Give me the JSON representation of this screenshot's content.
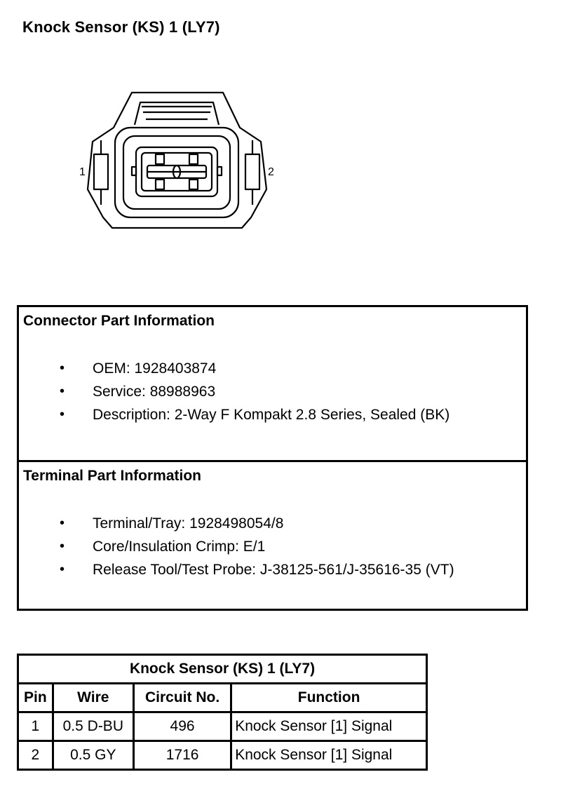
{
  "title": "Knock Sensor (KS) 1 (LY7)",
  "diagram": {
    "pin_labels": [
      "1",
      "2"
    ]
  },
  "connector_info": {
    "heading": "Connector Part Information",
    "items": [
      "OEM: 1928403874",
      "Service: 88988963",
      "Description: 2-Way F Kompakt 2.8 Series, Sealed (BK)"
    ]
  },
  "terminal_info": {
    "heading": "Terminal Part Information",
    "items": [
      "Terminal/Tray: 1928498054/8",
      "Core/Insulation Crimp: E/1",
      "Release Tool/Test Probe: J-38125-561/J-35616-35 (VT)"
    ]
  },
  "bullet": "•",
  "pin_table": {
    "title": "Knock Sensor (KS) 1 (LY7)",
    "headers": [
      "Pin",
      "Wire",
      "Circuit No.",
      "Function"
    ],
    "rows": [
      [
        "1",
        "0.5 D-BU",
        "496",
        "Knock Sensor [1] Signal"
      ],
      [
        "2",
        "0.5 GY",
        "1716",
        "Knock Sensor [1] Signal"
      ]
    ]
  }
}
